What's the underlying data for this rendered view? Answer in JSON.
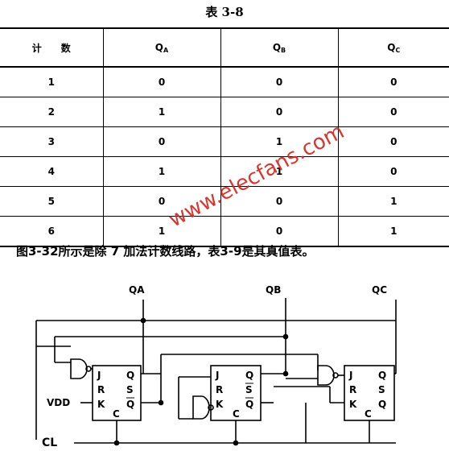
{
  "table": {
    "title": "表 3-8",
    "headers": [
      "计　　数",
      "Q",
      "Q",
      "Q"
    ],
    "header_subs": [
      "",
      "A",
      "B",
      "C"
    ],
    "rows": [
      [
        "1",
        "0",
        "0",
        "0"
      ],
      [
        "2",
        "1",
        "0",
        "0"
      ],
      [
        "3",
        "0",
        "1",
        "0"
      ],
      [
        "4",
        "1",
        "1",
        "0"
      ],
      [
        "5",
        "0",
        "0",
        "1"
      ],
      [
        "6",
        "1",
        "0",
        "1"
      ]
    ]
  },
  "caption": "图3-32所示是除 7 加法计数线路，表3-9是其真值表。",
  "watermark": "www.elecfans.com",
  "circuit": {
    "outputs": [
      "QA",
      "QB",
      "QC"
    ],
    "vdd": "VDD",
    "clock": "CL",
    "flipflop_pins": {
      "j": "J",
      "r": "R",
      "k": "K",
      "c": "C",
      "q": "Q",
      "s": "S",
      "qbar": "Q"
    }
  }
}
